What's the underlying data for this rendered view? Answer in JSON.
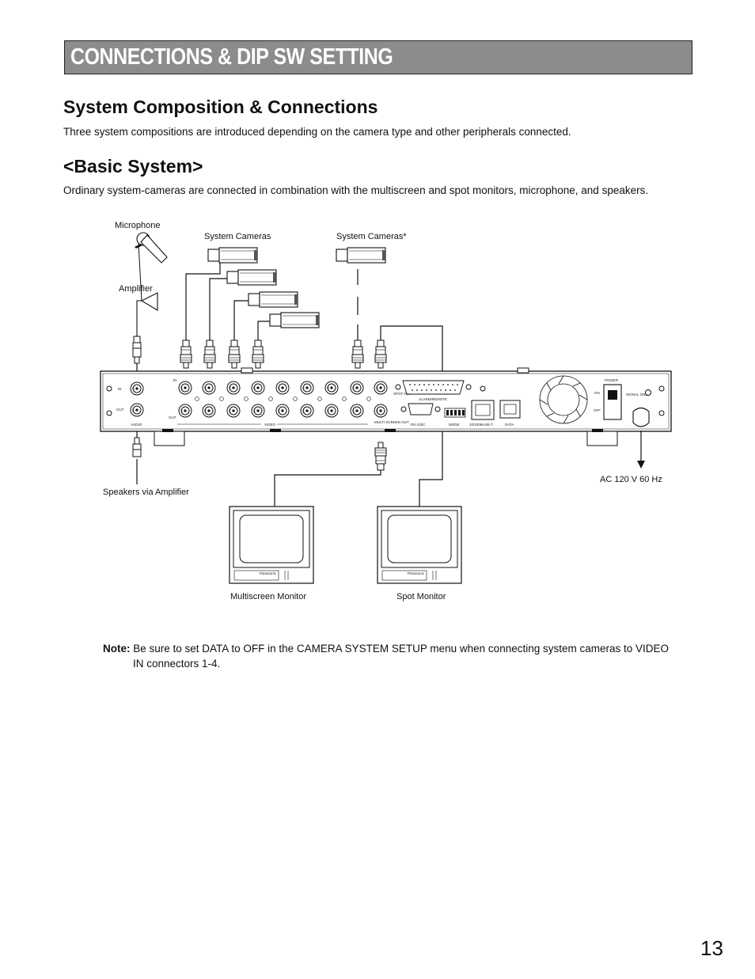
{
  "header": {
    "title": "CONNECTIONS & DIP SW SETTING"
  },
  "section": {
    "heading": "System Composition & Connections",
    "intro": "Three system compositions are introduced depending on the camera type and other peripherals connected."
  },
  "subsection": {
    "heading": "<Basic System>",
    "body": "Ordinary system-cameras are connected in combination with the multiscreen and spot monitors, microphone, and speakers."
  },
  "diagram": {
    "labels": {
      "microphone": "Microphone",
      "amplifier": "Amplifier",
      "system_cameras": "System Cameras",
      "system_cameras_star": "System Cameras*",
      "speakers": "Speakers via Amplifier",
      "ac": "AC 120 V 60 Hz",
      "multiscreen": "Multiscreen Monitor",
      "spot": "Spot Monitor"
    },
    "panel": {
      "in": "IN",
      "out": "OUT",
      "audio": "AUDIO",
      "video": "VIDEO",
      "spot_out": "SPOT OUT",
      "alarm_remote": "ALARM/REMOTE",
      "multi_screen_out": "MULTI SCREEN OUT",
      "rs232c": "RS-232C",
      "mode": "MODE",
      "ethernet": "10/100BASE-T",
      "data": "DATA",
      "power": "POWER",
      "on": "ON",
      "off": "OFF",
      "signal_gnd": "SIGNAL GND"
    }
  },
  "note": {
    "label": "Note:",
    "text": "Be sure to set DATA to OFF in the CAMERA SYSTEM SETUP menu when connecting system cameras to VIDEO",
    "text_cont": "IN connectors 1-4."
  },
  "page_number": "13"
}
